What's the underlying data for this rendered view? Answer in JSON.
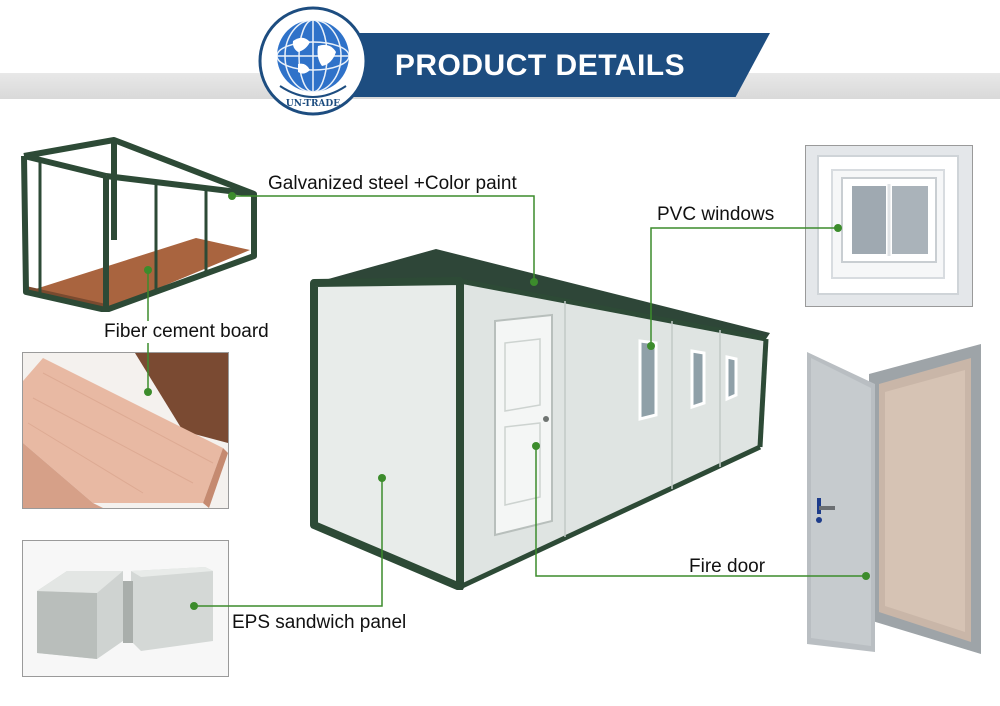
{
  "header": {
    "title": "PRODUCT DETAILS",
    "logo_text": "UN-TRADE"
  },
  "labels": {
    "steel": "Galvanized steel +Color paint",
    "windows": "PVC windows",
    "fiber": "Fiber cement board",
    "door": "Fire door",
    "eps": "EPS sandwich panel"
  },
  "colors": {
    "banner": "#1d4d80",
    "leader_line": "#3c8c2c",
    "frame": "#2d4a36",
    "board": "#b07a5a"
  }
}
